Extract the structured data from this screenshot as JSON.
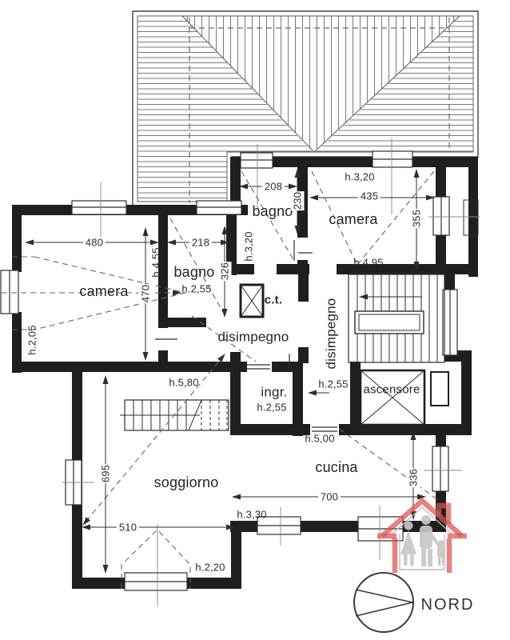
{
  "rooms": {
    "camera_left": "camera",
    "bagno_left": "bagno",
    "bagno_top": "bagno",
    "camera_top": "camera",
    "disimpegno_left": "disimpegno",
    "disimpegno_right": "disimpegno",
    "ingresso": "ingr.",
    "ascensore": "ascensore",
    "soggiorno": "soggiorno",
    "cucina": "cucina",
    "ct": "c.t."
  },
  "heights": {
    "camera_top": "h.3,20",
    "bagno_top_side": "h.3,20",
    "camera_left_mid": "h.4,55",
    "camera_left_low": "h.2,05",
    "bagno_left": "h.2,55",
    "camera_top_low": "h.4,95",
    "disimpegno_right": "h.2,55",
    "ingresso": "h.2,55",
    "soggiorno_top": "h.5,80",
    "cucina": "h.5,00",
    "cucina_window": "h.3,30",
    "bay_window": "h.2,20"
  },
  "dims": {
    "w480": "480",
    "w218": "218",
    "w208": "208",
    "w435": "435",
    "h230": "230",
    "h355": "355",
    "h326": "326",
    "h470": "470",
    "h695": "695",
    "w510": "510",
    "w700": "700",
    "h336": "336"
  },
  "compass": {
    "label": "NORD"
  },
  "icons": {
    "logo": "house-family-logo",
    "compass": "north-arrow-icon",
    "elevator": "elevator-x-box",
    "boiler": "ct-x-box"
  },
  "colors": {
    "line": "#2e2e2e",
    "accent_red": "#d9534f",
    "figure_gray": "#c7c7c7",
    "background": "#ffffff"
  }
}
